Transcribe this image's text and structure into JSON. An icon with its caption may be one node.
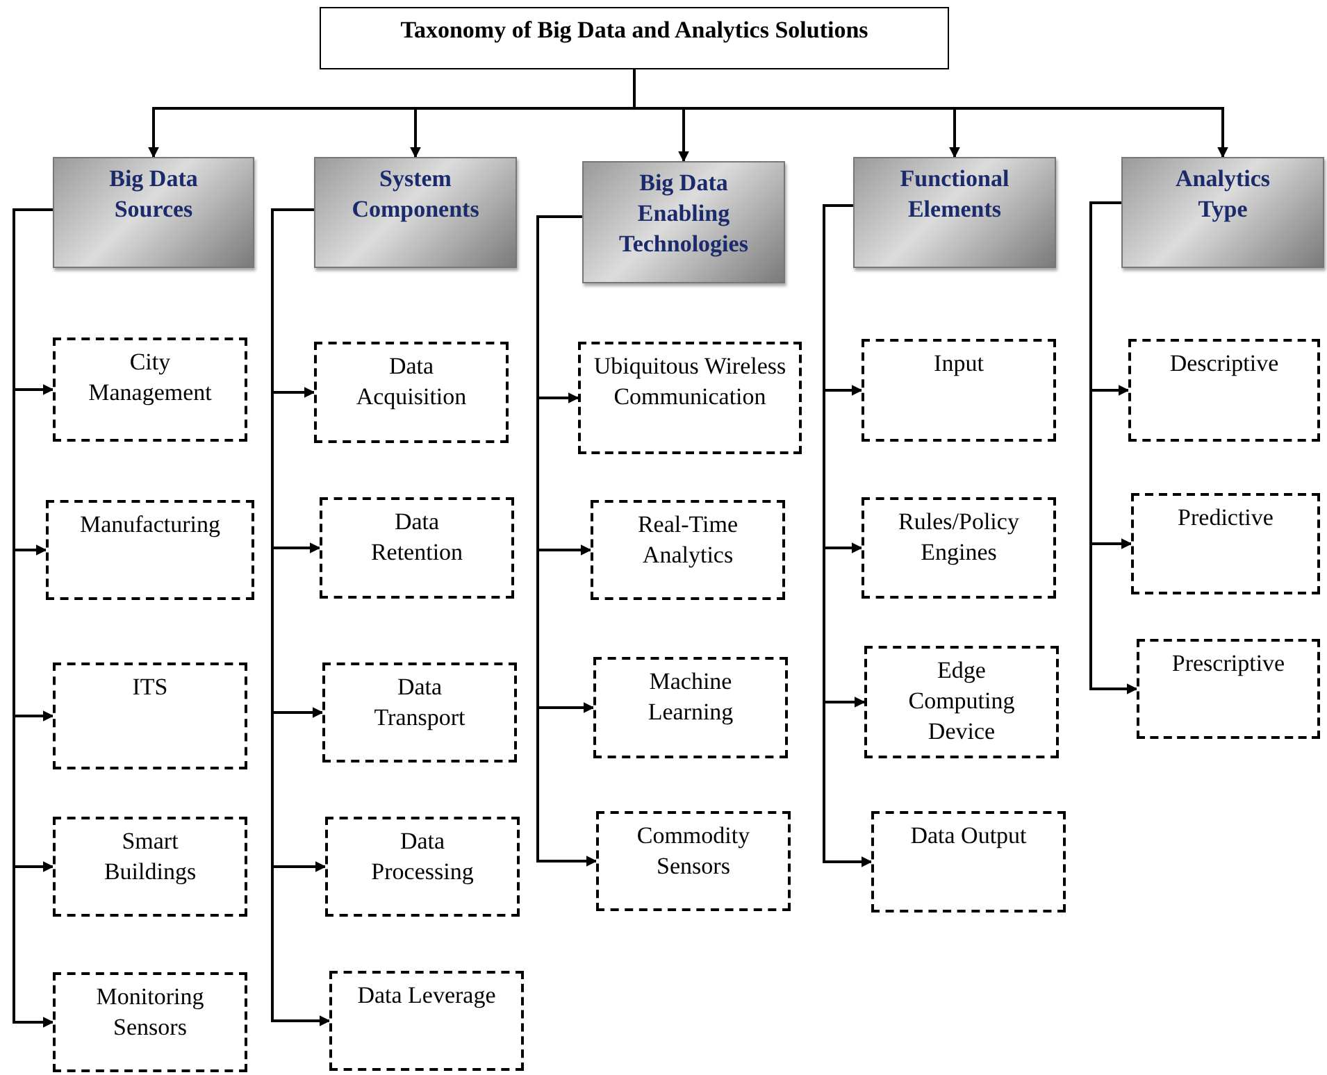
{
  "diagram": {
    "nodes": [
      {
        "text": [
          "Taxonomy of Big Data and Analytics Solutions"
        ]
      },
      {
        "text": [
          "Big Data Sources"
        ]
      },
      {
        "text": [
          "System Components"
        ]
      },
      {
        "text": [
          "Big Data Enabling Technologies"
        ]
      },
      {
        "text": [
          "Functional Elements"
        ]
      },
      {
        "text": [
          "Analytics Type"
        ]
      },
      {
        "text": [
          "City Management"
        ]
      },
      {
        "text": [
          "Manufacturing"
        ]
      },
      {
        "text": [
          "ITS"
        ]
      },
      {
        "text": [
          "Smart Buildings"
        ]
      },
      {
        "text": [
          "Monitoring Sensors"
        ]
      },
      {
        "text": [
          "Data Acquisition"
        ]
      },
      {
        "text": [
          "Data Retention"
        ]
      },
      {
        "text": [
          "Data Transport"
        ]
      },
      {
        "text": [
          "Data Processing"
        ]
      },
      {
        "text": [
          "Data Leverage"
        ]
      },
      {
        "text": [
          "Ubiquitous Wireless Communication"
        ]
      },
      {
        "text": [
          "Real-Time Analytics"
        ]
      },
      {
        "text": [
          "Machine Learning"
        ]
      },
      {
        "text": [
          "Commodity Sensors"
        ]
      },
      {
        "text": [
          "Input"
        ]
      },
      {
        "text": [
          "Rules/Policy Engines"
        ]
      },
      {
        "text": [
          "Edge Computing Device"
        ]
      },
      {
        "text": [
          "Data Output"
        ]
      },
      {
        "text": [
          "Descriptive"
        ]
      },
      {
        "text": [
          "Predictive"
        ]
      },
      {
        "text": [
          "Prescriptive"
        ]
      }
    ],
    "edges": [
      {
        "from": 0,
        "to": 1,
        "arrow": "to"
      },
      {
        "from": 0,
        "to": 2,
        "arrow": "to"
      },
      {
        "from": 0,
        "to": 3,
        "arrow": "to"
      },
      {
        "from": 0,
        "to": 4,
        "arrow": "to"
      },
      {
        "from": 0,
        "to": 5,
        "arrow": "to"
      },
      {
        "from": 1,
        "to": 6,
        "arrow": "to"
      },
      {
        "from": 1,
        "to": 7,
        "arrow": "to"
      },
      {
        "from": 1,
        "to": 8,
        "arrow": "to"
      },
      {
        "from": 1,
        "to": 9,
        "arrow": "to"
      },
      {
        "from": 1,
        "to": 10,
        "arrow": "to"
      },
      {
        "from": 2,
        "to": 11,
        "arrow": "to"
      },
      {
        "from": 2,
        "to": 12,
        "arrow": "to"
      },
      {
        "from": 2,
        "to": 13,
        "arrow": "to"
      },
      {
        "from": 2,
        "to": 14,
        "arrow": "to"
      },
      {
        "from": 2,
        "to": 15,
        "arrow": "to"
      },
      {
        "from": 3,
        "to": 16,
        "arrow": "to"
      },
      {
        "from": 3,
        "to": 17,
        "arrow": "to"
      },
      {
        "from": 3,
        "to": 18,
        "arrow": "to"
      },
      {
        "from": 3,
        "to": 19,
        "arrow": "to"
      },
      {
        "from": 4,
        "to": 20,
        "arrow": "to"
      },
      {
        "from": 4,
        "to": 21,
        "arrow": "to"
      },
      {
        "from": 4,
        "to": 22,
        "arrow": "to"
      },
      {
        "from": 4,
        "to": 23,
        "arrow": "to"
      },
      {
        "from": 5,
        "to": 24,
        "arrow": "to"
      },
      {
        "from": 5,
        "to": 25,
        "arrow": "to"
      },
      {
        "from": 5,
        "to": 26,
        "arrow": "to"
      }
    ]
  }
}
